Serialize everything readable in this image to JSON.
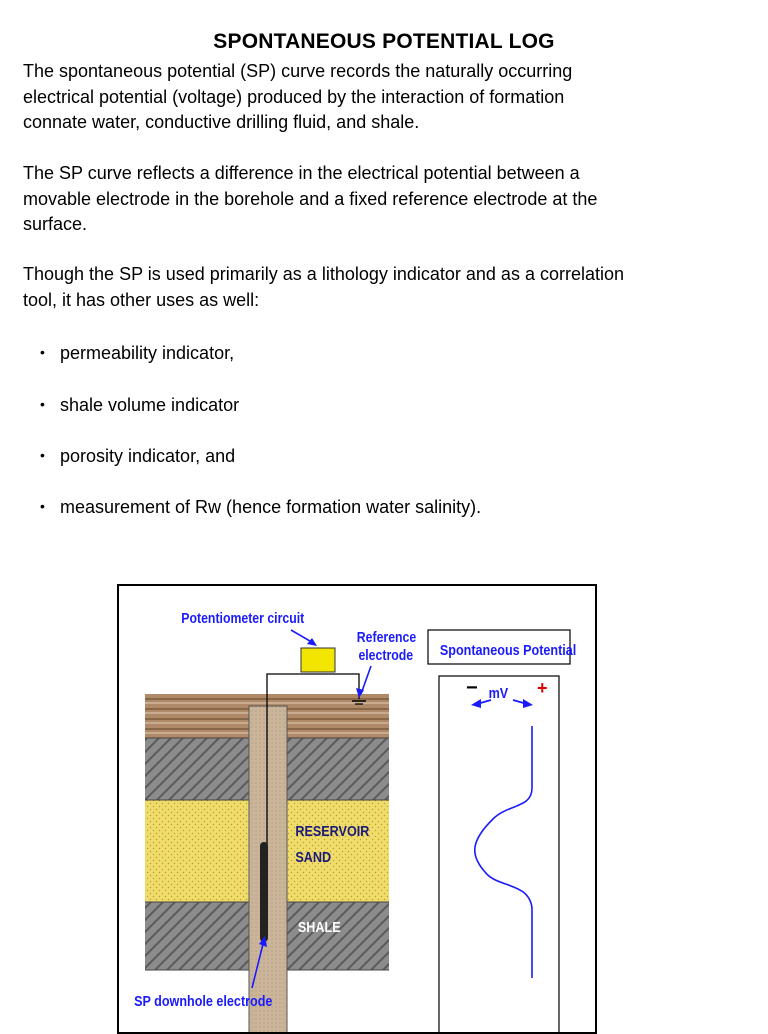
{
  "title": "SPONTANEOUS POTENTIAL LOG",
  "paragraphs": [
    [
      "The spontaneous potential (SP) curve records the naturally occurring",
      "electrical potential (voltage) produced by the interaction of formation",
      "connate water, conductive drilling fluid, and shale."
    ],
    [
      "The SP curve reflects a difference in the electrical potential between a",
      "movable electrode in the borehole and a fixed reference electrode at the",
      "surface."
    ],
    [
      "Though the SP is used primarily as a lithology indicator and as a correlation",
      "tool, it has other uses as well:"
    ]
  ],
  "bullets": [
    "permeability indicator,",
    "shale volume indicator",
    "porosity indicator, and",
    "measurement of Rw (hence formation water salinity)."
  ],
  "bullet_glyph": "•",
  "figure": {
    "potentiometer_label": "Potentiometer circuit",
    "reference_label_1": "Reference",
    "reference_label_2": "electrode",
    "sp_box_title": "Spontaneous Potential",
    "minus_sign": "−",
    "plus_sign": "+",
    "mv_label": "mV",
    "reservoir_label_1": "RESERVOIR",
    "reservoir_label_2": "SAND",
    "shale_label": "SHALE",
    "downhole_label": "SP downhole electrode",
    "colors": {
      "label_blue": "#1a1aff",
      "sand_yellow": "#f0dc6a",
      "shale_gray": "#8c8c8c",
      "brown_layer": "#b08a68",
      "borehole": "#cbb59a",
      "potentiometer": "#f2e600",
      "plus_red": "#e00000"
    }
  }
}
